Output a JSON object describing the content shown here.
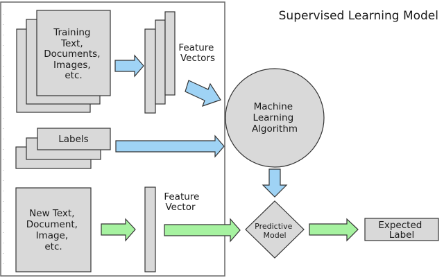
{
  "title": "Supervised Learning Model",
  "training_stack": {
    "lines": [
      "Training",
      "Text,",
      "Documents,",
      "Images,",
      "etc."
    ]
  },
  "feature_vectors_label": {
    "lines": [
      "Feature",
      "Vectors"
    ]
  },
  "labels_stack": {
    "label": "Labels"
  },
  "algorithm": {
    "lines": [
      "Machine",
      "Learning",
      "Algorithm"
    ]
  },
  "new_input": {
    "lines": [
      "New Text,",
      "Document,",
      "Image,",
      "etc."
    ]
  },
  "feature_vector_label": {
    "lines": [
      "Feature",
      "Vector"
    ]
  },
  "predictive_model": {
    "lines": [
      "Predictive",
      "Model"
    ]
  },
  "expected_label": {
    "lines": [
      "Expected",
      "Label"
    ]
  },
  "colors": {
    "box_fill": "#d9d9d9",
    "stroke": "#333333",
    "blue_arrow": "#9fd3f5",
    "green_arrow": "#a6f2a0",
    "frame": "#666666",
    "dots": "#c8c8c8"
  }
}
